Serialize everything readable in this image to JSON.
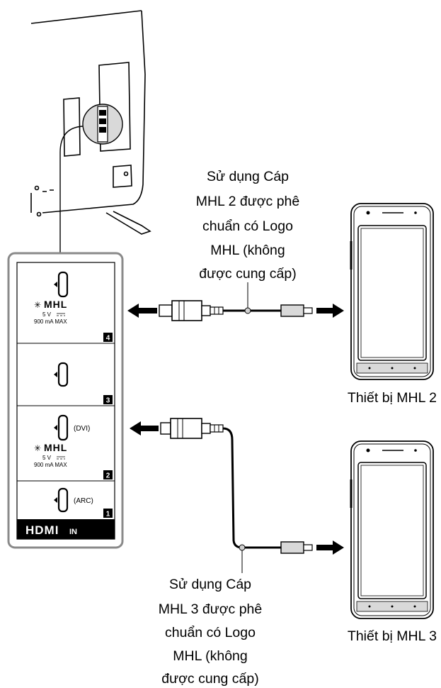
{
  "hdmi_panel": {
    "brand": "HDMI",
    "in_label": "IN",
    "ports": [
      {
        "number": "4",
        "mhl": true,
        "mhl_label": "MHL",
        "spec_v": "5 V",
        "spec_ma": "900 mA MAX",
        "tag": ""
      },
      {
        "number": "3",
        "mhl": false,
        "tag": ""
      },
      {
        "number": "2",
        "mhl": true,
        "mhl_label": "MHL",
        "spec_v": "5 V",
        "spec_ma": "900 mA MAX",
        "tag": "(DVI)"
      },
      {
        "number": "1",
        "mhl": false,
        "tag": "(ARC)"
      }
    ]
  },
  "labels": {
    "top_cable": [
      "Sử dụng Cáp",
      "MHL 2 được phê",
      "chuẩn có Logo",
      "MHL (không",
      "được cung cấp)"
    ],
    "bottom_cable": [
      "Sử dụng Cáp",
      "MHL 3 được phê",
      "chuẩn có Logo",
      "MHL (không",
      "được cung cấp)"
    ],
    "device_top": "Thiết bị MHL 2",
    "device_bottom": "Thiết bị MHL 3"
  },
  "colors": {
    "line": "#000000",
    "fill_grey": "#d9d9d9",
    "panel_border": "#8a8a8a",
    "badge": "#000000"
  }
}
